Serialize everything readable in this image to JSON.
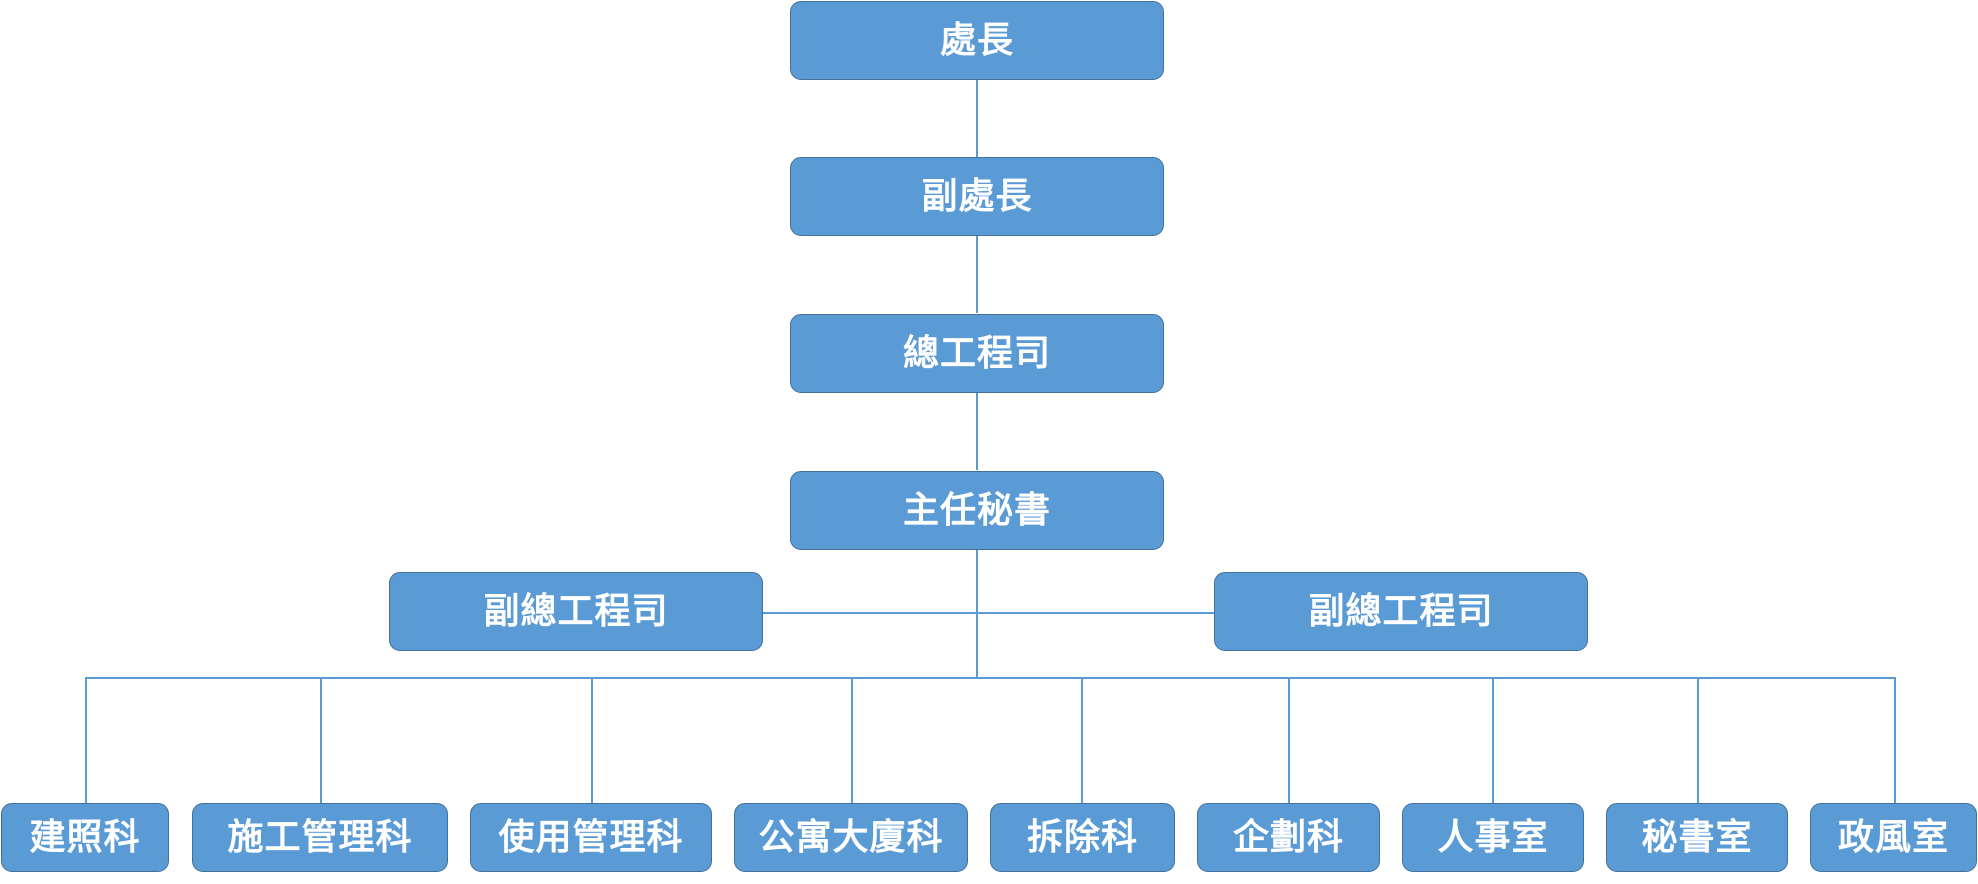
{
  "org_chart": {
    "top_chain": [
      "處長",
      "副處長",
      "總工程司",
      "主任秘書"
    ],
    "deputy_chief_engineers": [
      "副總工程司",
      "副總工程司"
    ],
    "units": [
      "建照科",
      "施工管理科",
      "使用管理科",
      "公寓大廈科",
      "拆除科",
      "企劃科",
      "人事室",
      "秘書室",
      "政風室"
    ]
  },
  "colors": {
    "node_fill": "#5b9bd5",
    "node_border": "#41719c",
    "connector": "#5b9bd5",
    "text": "#ffffff"
  }
}
